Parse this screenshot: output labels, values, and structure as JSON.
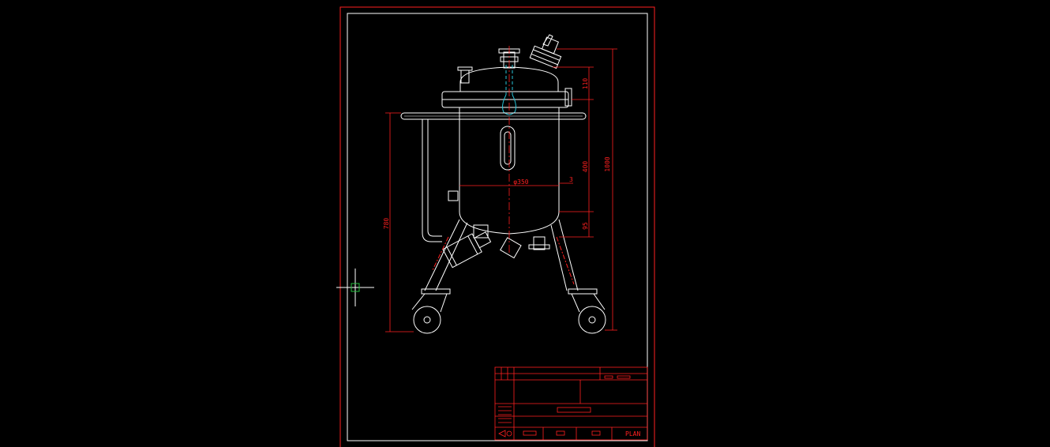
{
  "colors": {
    "background": "#000000",
    "outline": "#ffffff",
    "dimension": "#ff2020",
    "centerline": "#ff2020",
    "hidden": "#27c5d8",
    "crosshair": "#23c13d",
    "title_block": "#ff2020"
  },
  "dimensions": {
    "top_head_height": "110",
    "shell_height": "400",
    "overall_height": "1000",
    "shell_diameter": "φ350",
    "wall_thickness": "3",
    "bottom_head_height": "95",
    "leg_height": "780"
  },
  "title_block": {
    "sheet_label": "PLAN"
  },
  "icons": {
    "projection_symbol": "third-angle-projection-icon",
    "cursor": "crosshair-cursor-icon"
  }
}
